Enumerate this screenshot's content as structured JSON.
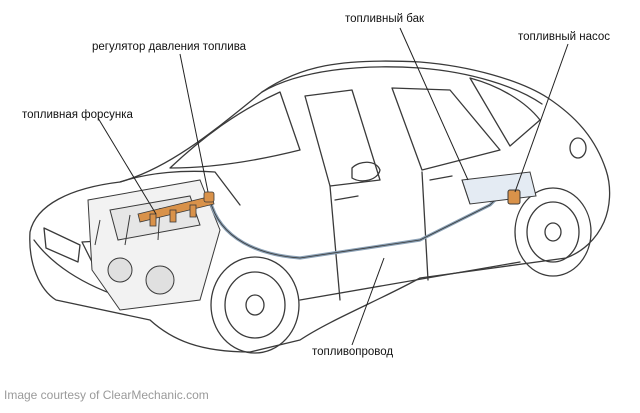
{
  "labels": {
    "fuel_tank": "топливный бак",
    "fuel_pump": "топливный насос",
    "pressure_regulator": "регулятор давления топлива",
    "fuel_injector": "топливная форсунка",
    "fuel_line": "топливопровод"
  },
  "credit": "Image courtesy of ClearMechanic.com",
  "colors": {
    "outline": "#3a3a3a",
    "fuel_line": "#8aa0b5",
    "component_orange": "#d9924a",
    "tank": "#e4ebf3",
    "credit_text": "#9a9a9a"
  }
}
